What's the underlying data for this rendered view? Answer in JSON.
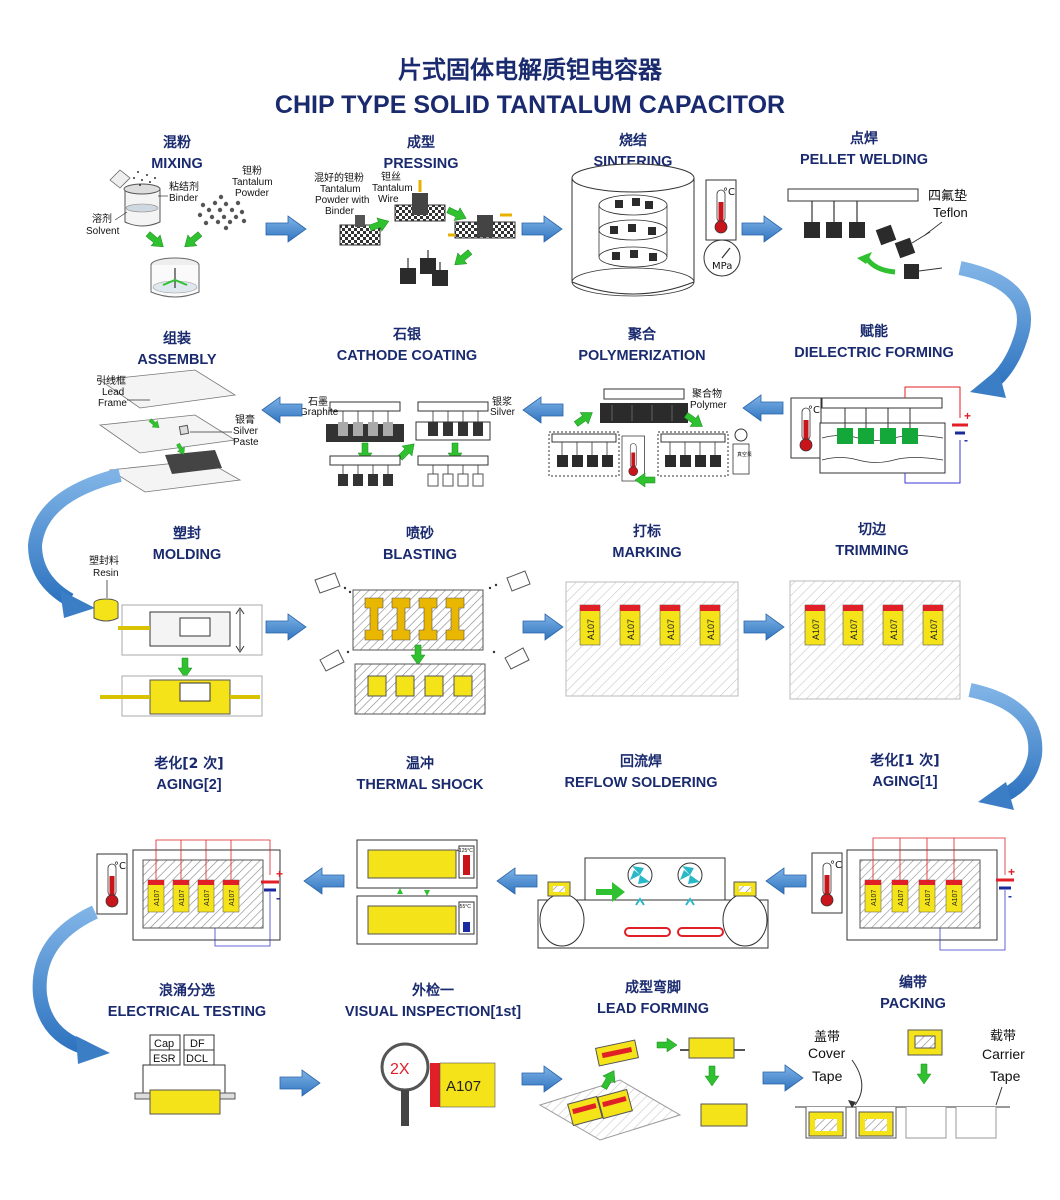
{
  "header": {
    "title_cn": "片式固体电解质钽电容器",
    "title_en": "CHIP TYPE SOLID TANTALUM CAPACITOR"
  },
  "steps": [
    {
      "cn": "混粉",
      "en": "MIXING"
    },
    {
      "cn": "成型",
      "en": "PRESSING"
    },
    {
      "cn": "烧结",
      "en": "SINTERING"
    },
    {
      "cn": "点焊",
      "en": "PELLET WELDING"
    },
    {
      "cn": "组装",
      "en": "ASSEMBLY"
    },
    {
      "cn": "石银",
      "en": "CATHODE COATING"
    },
    {
      "cn": "聚合",
      "en": "POLYMERIZATION"
    },
    {
      "cn": "赋能",
      "en": "DIELECTRIC FORMING"
    },
    {
      "cn": "塑封",
      "en": "MOLDING"
    },
    {
      "cn": "喷砂",
      "en": "BLASTING"
    },
    {
      "cn": "打标",
      "en": "MARKING"
    },
    {
      "cn": "切边",
      "en": "TRIMMING"
    },
    {
      "cn": "老化[2 次]",
      "en": "AGING[2]"
    },
    {
      "cn": "温冲",
      "en": "THERMAL SHOCK"
    },
    {
      "cn": "回流焊",
      "en": "REFLOW SOLDERING"
    },
    {
      "cn": "老化[1 次]",
      "en": "AGING[1]"
    },
    {
      "cn": "浪涌分选",
      "en": "ELECTRICAL TESTING"
    },
    {
      "cn": "外检一",
      "en": "VISUAL INSPECTION[1st]"
    },
    {
      "cn": "成型弯脚",
      "en": "LEAD FORMING"
    },
    {
      "cn": "编带",
      "en": "PACKING"
    }
  ],
  "annotations": {
    "binder_cn": "粘结剂",
    "binder_en": "Binder",
    "solvent_cn": "溶剂",
    "solvent_en": "Solvent",
    "ta_powder_cn": "钽粉",
    "ta_powder_en1": "Tantalum",
    "ta_powder_en2": "Powder",
    "mixed_cn": "混好的钽粉",
    "mixed_en1": "Tantalum",
    "mixed_en2": "Powder with",
    "mixed_en3": "Binder",
    "ta_wire_cn": "钽丝",
    "ta_wire_en1": "Tantalum",
    "ta_wire_en2": "Wire",
    "mpa": "MPa",
    "celsius": "°C",
    "teflon_cn": "四氟垫",
    "teflon_en": "Teflon",
    "lead_frame_cn": "引线框",
    "lead_frame_en1": "Lead",
    "lead_frame_en2": "Frame",
    "silver_paste_cn": "银膏",
    "silver_paste_en1": "Silver",
    "silver_paste_en2": "Paste",
    "graphite_cn": "石墨",
    "graphite_en": "Graphite",
    "silver_cn": "银浆",
    "silver_en": "Silver",
    "polymer_cn": "聚合物",
    "polymer_en": "Polymer",
    "vacuum_cn": "真空泵",
    "resin_cn": "塑封料",
    "resin_en": "Resin",
    "marking": "A107",
    "temp_hot": "+125°C",
    "temp_cold": "-55°C",
    "cap": "Cap",
    "df": "DF",
    "esr": "ESR",
    "dcl": "DCL",
    "mag": "2X",
    "cover_tape_cn": "盖带",
    "cover_tape_en1": "Cover",
    "cover_tape_en2": "Tape",
    "carrier_tape_cn": "载带",
    "carrier_tape_en1": "Carrier",
    "carrier_tape_en2": "Tape",
    "plus": "+",
    "minus": "-"
  },
  "colors": {
    "title": "#1a2a6e",
    "arrow_blue": "#4f8fd0",
    "arrow_green": "#2fc12f",
    "chip_yellow": "#f5e31a",
    "mark_red": "#e01f26",
    "pellet_black": "#2b2b2b",
    "pellet_green": "#14a83a"
  }
}
